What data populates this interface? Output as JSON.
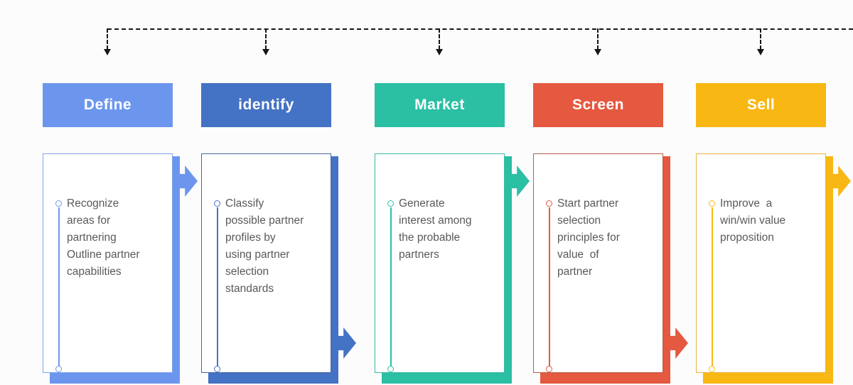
{
  "connector": {
    "color": "#161616",
    "style": "dashed",
    "arrowheads": 5
  },
  "steps": [
    {
      "label": "Define",
      "color": "#6C96EE",
      "border": "#7EA3E9",
      "text": "Recognize\nareas for\npartnering\nOutline partner\ncapabilities",
      "arrow_position": "top"
    },
    {
      "label": "identify",
      "color": "#4472C4",
      "border": "#49669F",
      "text": "Classify\npossible partner\nprofiles by\nusing partner\nselection\nstandards",
      "arrow_position": "bottom"
    },
    {
      "label": "Market",
      "color": "#2BBFA4",
      "border": "#3CB9A2",
      "text": "Generate\ninterest among\nthe probable\npartners",
      "arrow_position": "top"
    },
    {
      "label": "Screen",
      "color": "#E4593F",
      "border": "#B9604E",
      "text": "Start partner\nselection\nprinciples for\nvalue  of\npartner",
      "arrow_position": "bottom"
    },
    {
      "label": "Sell",
      "color": "#F8B713",
      "border": "#E9B23B",
      "text": "Improve  a\nwin/win value\nproposition",
      "arrow_position": "top"
    }
  ]
}
